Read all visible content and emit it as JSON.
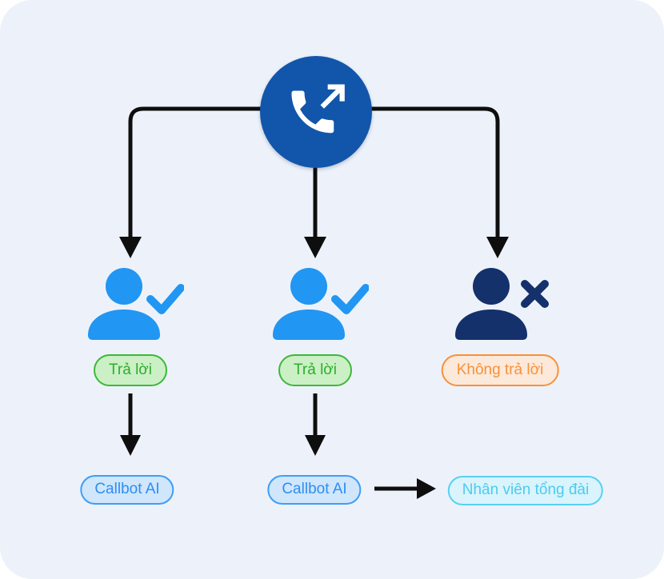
{
  "diagram": {
    "type": "call-routing-flow",
    "root_node": {
      "icon": "outgoing-call-icon",
      "circle_color": "#1256ab",
      "icon_color": "#ffffff"
    },
    "branches": [
      {
        "person_icon": "person-icon",
        "person_color": "#2196f3",
        "mark_icon": "check-icon",
        "status_label": "Trả lời",
        "status_colors": {
          "bg": "#cbf0c5",
          "border": "#3db83a",
          "text": "#2cae2c"
        },
        "outcome_label": "Callbot AI",
        "outcome_colors": {
          "bg": "#cfe6fb",
          "border": "#3f9df6",
          "text": "#2e8ef4"
        }
      },
      {
        "person_icon": "person-icon",
        "person_color": "#2196f3",
        "mark_icon": "check-icon",
        "status_label": "Trả lời",
        "status_colors": {
          "bg": "#cbf0c5",
          "border": "#3db83a",
          "text": "#2cae2c"
        },
        "outcome_label": "Callbot AI",
        "outcome_colors": {
          "bg": "#cfe6fb",
          "border": "#3f9df6",
          "text": "#2e8ef4"
        },
        "transfer_label": "Nhân viên tổng đài",
        "transfer_colors": {
          "bg": "#d9f4fd",
          "border": "#58d0f2",
          "text": "#4ecaf0"
        }
      },
      {
        "person_icon": "person-icon",
        "person_color": "#14316b",
        "mark_icon": "x-icon",
        "status_label": "Không trả lời",
        "status_colors": {
          "bg": "#fce9da",
          "border": "#f79139",
          "text": "#f79139"
        }
      }
    ],
    "connector_color": "#0e0e0e",
    "canvas_bg": "#edf2fa"
  }
}
